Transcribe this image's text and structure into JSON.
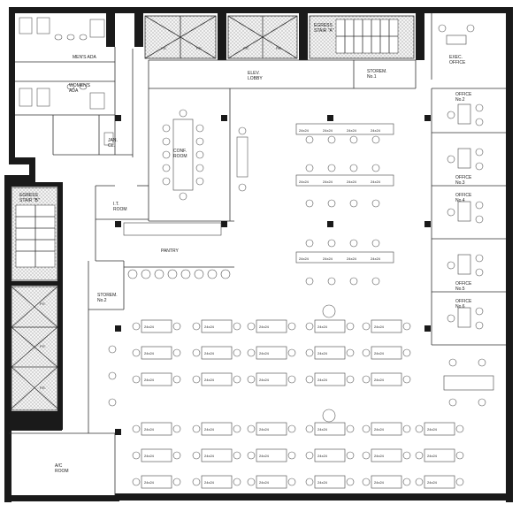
{
  "plan": {
    "rooms": {
      "mens": "MEN'S\nADA",
      "womens": "WOMEN'S\nADA",
      "jan": "JAN.\nCL.",
      "elev_lobby": "ELEV.\nLOBBY",
      "egress_n": "EGRESS\nSTAIR \"A\"",
      "storerm_1": "STOREM.\nNo.1",
      "exec_office": "EXEC.\nOFFICE",
      "office_2": "OFFICE\nNo.2",
      "office_3": "OFFICE\nNo.3",
      "office_4": "OFFICE\nNo.4",
      "office_5": "OFFICE\nNo.5",
      "office_6": "OFFICE\nNo.6",
      "conf": "CONF.\nROOM",
      "it_room": "I.T.\nROOM",
      "egress_w": "EGRESS\nSTAIR \"B\"",
      "pantry": "PANTRY",
      "storerm_2": "STOREM.\nNo.2",
      "ac_room": "A/C\nROOM"
    },
    "pe_label": "P.E.",
    "desk_label": "24x24"
  }
}
